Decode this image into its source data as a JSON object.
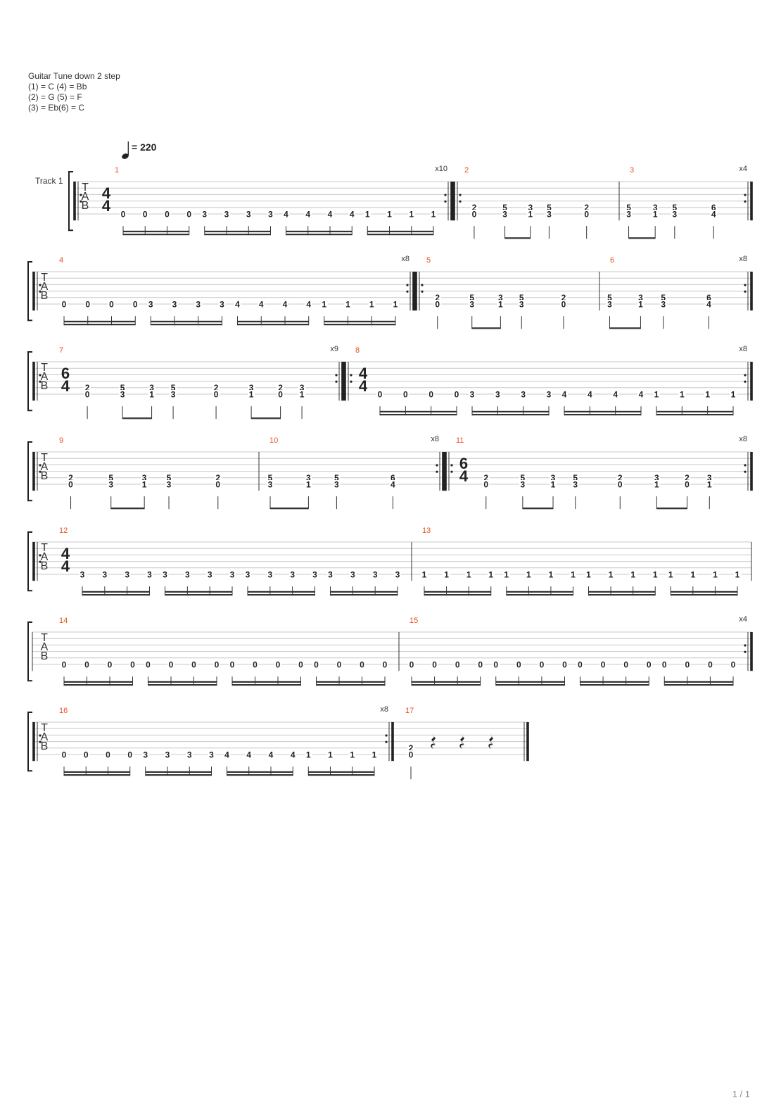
{
  "header": {
    "tuning_lines": [
      "Guitar Tune down 2 step",
      "(1) = C (4) = Bb",
      "(2) = G (5) = F",
      "(3) = Eb(6) = C"
    ],
    "tempo": "= 220",
    "track": "Track 1"
  },
  "footer": {
    "page": "1 / 1"
  },
  "colors": {
    "bar_number": "#e8501e",
    "staff_line": "#c8c8c8",
    "text": "#222222"
  },
  "systems": [
    {
      "tab_clef": true,
      "bars": [
        {
          "num": "1",
          "ts": [
            "4",
            "4"
          ],
          "rep_start": true,
          "rep_end": true,
          "count": "x10",
          "pat": "R"
        },
        {
          "num": "2",
          "rep_start": true,
          "pat": "A"
        },
        {
          "num": "3",
          "rep_end": true,
          "count": "x4",
          "pat": "B"
        }
      ]
    },
    {
      "tab_clef": true,
      "bars": [
        {
          "num": "4",
          "rep_start": true,
          "rep_end": true,
          "count": "x8",
          "pat": "R"
        },
        {
          "num": "5",
          "rep_start": true,
          "pat": "A"
        },
        {
          "num": "6",
          "rep_end": true,
          "count": "x8",
          "pat": "B"
        }
      ]
    },
    {
      "tab_clef": true,
      "bars": [
        {
          "num": "7",
          "ts": [
            "6",
            "4"
          ],
          "rep_start": true,
          "rep_end": true,
          "count": "x9",
          "pat": "C"
        },
        {
          "num": "8",
          "ts": [
            "4",
            "4"
          ],
          "rep_start": true,
          "rep_end": true,
          "count": "x8",
          "pat": "R"
        }
      ]
    },
    {
      "tab_clef": true,
      "bars": [
        {
          "num": "9",
          "rep_start": true,
          "pat": "A"
        },
        {
          "num": "10",
          "rep_end": true,
          "count": "x8",
          "pat": "B"
        },
        {
          "num": "11",
          "ts": [
            "6",
            "4"
          ],
          "rep_start": true,
          "rep_end": true,
          "count": "x8",
          "pat": "C"
        }
      ]
    },
    {
      "tab_clef": true,
      "bars": [
        {
          "num": "12",
          "ts": [
            "4",
            "4"
          ],
          "rep_start": true,
          "pat": "T3"
        },
        {
          "num": "13",
          "pat": "T1"
        }
      ]
    },
    {
      "tab_clef": true,
      "bars": [
        {
          "num": "14",
          "pat": "Z"
        },
        {
          "num": "15",
          "rep_end": true,
          "count": "x4",
          "pat": "Z"
        }
      ]
    },
    {
      "tab_clef": true,
      "bars": [
        {
          "num": "16",
          "rep_start": true,
          "rep_end": true,
          "count": "x8",
          "pat": "R"
        },
        {
          "num": "17",
          "final": true,
          "pat": "END"
        }
      ]
    }
  ],
  "patterns": {
    "R": {
      "rhythm": "sixteenths",
      "notes": [
        {
          "s": 5,
          "f": "0"
        },
        {
          "s": 5,
          "f": "0"
        },
        {
          "s": 5,
          "f": "0"
        },
        {
          "s": 5,
          "f": "0"
        },
        {
          "s": 5,
          "f": "3"
        },
        {
          "s": 5,
          "f": "3"
        },
        {
          "s": 5,
          "f": "3"
        },
        {
          "s": 5,
          "f": "3"
        },
        {
          "s": 5,
          "f": "4"
        },
        {
          "s": 5,
          "f": "4"
        },
        {
          "s": 5,
          "f": "4"
        },
        {
          "s": 5,
          "f": "4"
        },
        {
          "s": 5,
          "f": "1"
        },
        {
          "s": 5,
          "f": "1"
        },
        {
          "s": 5,
          "f": "1"
        },
        {
          "s": 5,
          "f": "1"
        }
      ]
    },
    "T3": {
      "rhythm": "sixteenths",
      "notes": [
        {
          "s": 5,
          "f": "3"
        },
        {
          "s": 5,
          "f": "3"
        },
        {
          "s": 5,
          "f": "3"
        },
        {
          "s": 5,
          "f": "3"
        },
        {
          "s": 5,
          "f": "3"
        },
        {
          "s": 5,
          "f": "3"
        },
        {
          "s": 5,
          "f": "3"
        },
        {
          "s": 5,
          "f": "3"
        },
        {
          "s": 5,
          "f": "3"
        },
        {
          "s": 5,
          "f": "3"
        },
        {
          "s": 5,
          "f": "3"
        },
        {
          "s": 5,
          "f": "3"
        },
        {
          "s": 5,
          "f": "3"
        },
        {
          "s": 5,
          "f": "3"
        },
        {
          "s": 5,
          "f": "3"
        },
        {
          "s": 5,
          "f": "3"
        }
      ]
    },
    "T1": {
      "rhythm": "sixteenths",
      "notes": [
        {
          "s": 5,
          "f": "1"
        },
        {
          "s": 5,
          "f": "1"
        },
        {
          "s": 5,
          "f": "1"
        },
        {
          "s": 5,
          "f": "1"
        },
        {
          "s": 5,
          "f": "1"
        },
        {
          "s": 5,
          "f": "1"
        },
        {
          "s": 5,
          "f": "1"
        },
        {
          "s": 5,
          "f": "1"
        },
        {
          "s": 5,
          "f": "1"
        },
        {
          "s": 5,
          "f": "1"
        },
        {
          "s": 5,
          "f": "1"
        },
        {
          "s": 5,
          "f": "1"
        },
        {
          "s": 5,
          "f": "1"
        },
        {
          "s": 5,
          "f": "1"
        },
        {
          "s": 5,
          "f": "1"
        },
        {
          "s": 5,
          "f": "1"
        }
      ]
    },
    "Z": {
      "rhythm": "sixteenths",
      "notes": [
        {
          "s": 5,
          "f": "0"
        },
        {
          "s": 5,
          "f": "0"
        },
        {
          "s": 5,
          "f": "0"
        },
        {
          "s": 5,
          "f": "0"
        },
        {
          "s": 5,
          "f": "0"
        },
        {
          "s": 5,
          "f": "0"
        },
        {
          "s": 5,
          "f": "0"
        },
        {
          "s": 5,
          "f": "0"
        },
        {
          "s": 5,
          "f": "0"
        },
        {
          "s": 5,
          "f": "0"
        },
        {
          "s": 5,
          "f": "0"
        },
        {
          "s": 5,
          "f": "0"
        },
        {
          "s": 5,
          "f": "0"
        },
        {
          "s": 5,
          "f": "0"
        },
        {
          "s": 5,
          "f": "0"
        },
        {
          "s": 5,
          "f": "0"
        }
      ]
    },
    "A": {
      "rhythm": "qeeqq",
      "chords": [
        [
          {
            "s": 4,
            "f": "2"
          },
          {
            "s": 5,
            "f": "0"
          }
        ],
        [
          {
            "s": 4,
            "f": "5"
          },
          {
            "s": 5,
            "f": "3"
          }
        ],
        [
          {
            "s": 4,
            "f": "3"
          },
          {
            "s": 5,
            "f": "1"
          }
        ],
        [
          {
            "s": 4,
            "f": "5"
          },
          {
            "s": 5,
            "f": "3"
          }
        ],
        [
          {
            "s": 4,
            "f": "2"
          },
          {
            "s": 5,
            "f": "0"
          }
        ]
      ]
    },
    "B": {
      "rhythm": "eeqq",
      "chords": [
        [
          {
            "s": 4,
            "f": "5"
          },
          {
            "s": 5,
            "f": "3"
          }
        ],
        [
          {
            "s": 4,
            "f": "3"
          },
          {
            "s": 5,
            "f": "1"
          }
        ],
        [
          {
            "s": 4,
            "f": "5"
          },
          {
            "s": 5,
            "f": "3"
          }
        ],
        [
          {
            "s": 4,
            "f": "6"
          },
          {
            "s": 5,
            "f": "4"
          }
        ]
      ]
    },
    "C": {
      "rhythm": "qeeqqeeq",
      "chords": [
        [
          {
            "s": 4,
            "f": "2"
          },
          {
            "s": 5,
            "f": "0"
          }
        ],
        [
          {
            "s": 4,
            "f": "5"
          },
          {
            "s": 5,
            "f": "3"
          }
        ],
        [
          {
            "s": 4,
            "f": "3"
          },
          {
            "s": 5,
            "f": "1"
          }
        ],
        [
          {
            "s": 4,
            "f": "5"
          },
          {
            "s": 5,
            "f": "3"
          }
        ],
        [
          {
            "s": 4,
            "f": "2"
          },
          {
            "s": 5,
            "f": "0"
          }
        ],
        [
          {
            "s": 4,
            "f": "3"
          },
          {
            "s": 5,
            "f": "1"
          }
        ],
        [
          {
            "s": 4,
            "f": "2"
          },
          {
            "s": 5,
            "f": "0"
          }
        ],
        [
          {
            "s": 4,
            "f": "3"
          },
          {
            "s": 5,
            "f": "1"
          }
        ]
      ]
    },
    "END": {
      "rhythm": "q+rests",
      "chords": [
        [
          {
            "s": 4,
            "f": "2"
          },
          {
            "s": 5,
            "f": "0"
          }
        ]
      ],
      "rests": 3
    }
  }
}
